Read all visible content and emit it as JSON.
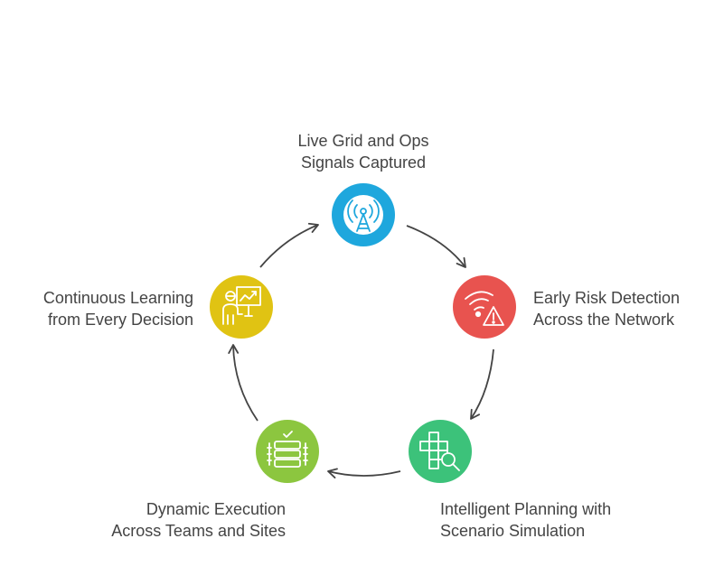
{
  "steps": [
    {
      "line1": "Live Grid and Ops",
      "line2": "Signals Captured",
      "color": "#1ea7dd",
      "icon": "radio-tower-icon"
    },
    {
      "line1": "Early Risk Detection",
      "line2": "Across the Network",
      "color": "#e8534f",
      "icon": "wifi-warning-icon"
    },
    {
      "line1": "Intelligent Planning with",
      "line2": "Scenario Simulation",
      "color": "#3cc27a",
      "icon": "grid-search-icon"
    },
    {
      "line1": "Dynamic Execution",
      "line2": "Across Teams and Sites",
      "color": "#8cc63f",
      "icon": "server-check-icon"
    },
    {
      "line1": "Continuous Learning",
      "line2": "from Every Decision",
      "color": "#e0c313",
      "icon": "presenter-chart-icon"
    }
  ]
}
